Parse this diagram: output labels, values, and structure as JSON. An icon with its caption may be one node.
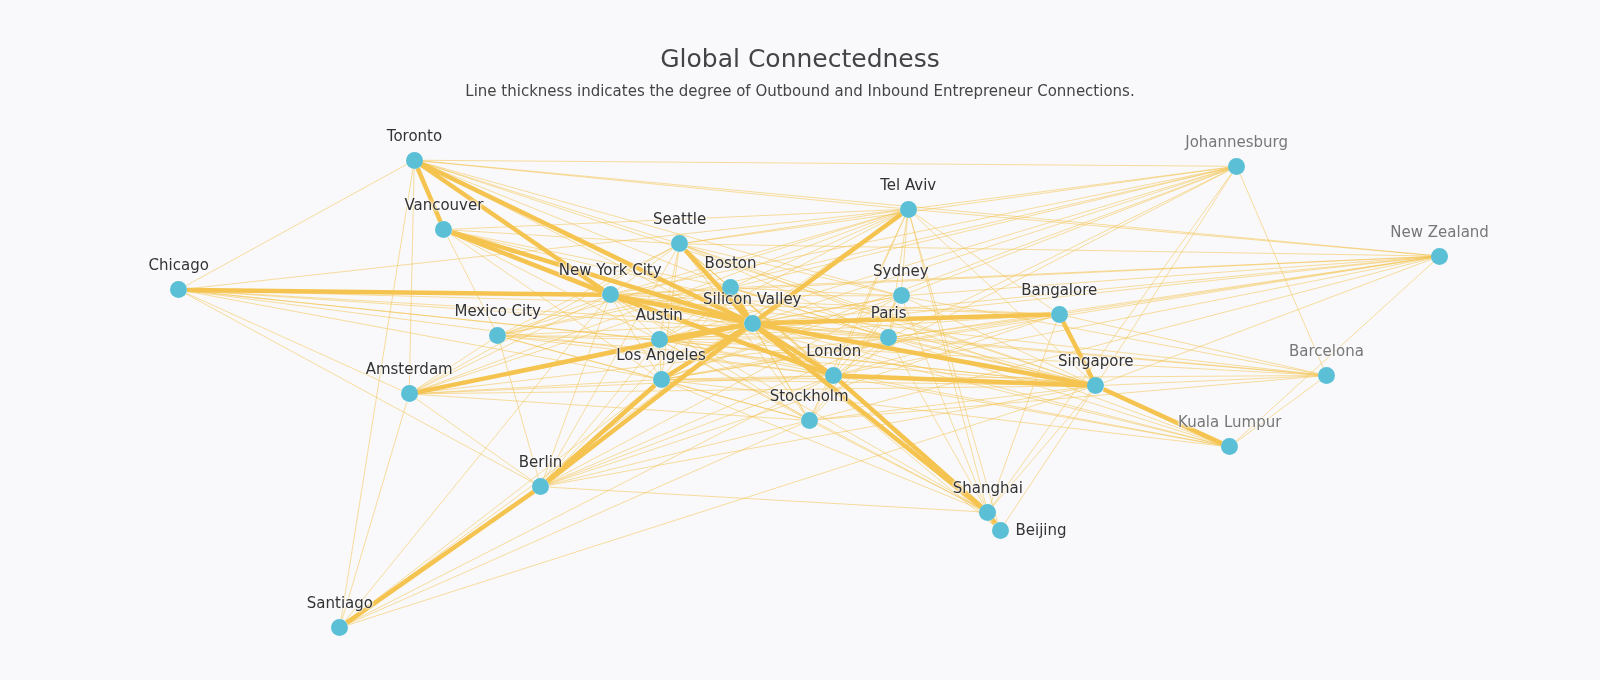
{
  "diagram": {
    "title": "Global Connectedness",
    "caption": "Line thickness indicates the degree of Outbound and Inbound Entrepreneur Connections.",
    "nodes": [
      {
        "text": [
          "Toronto"
        ]
      },
      {
        "text": [
          "Johannesburg"
        ]
      },
      {
        "text": [
          "Tel Aviv"
        ]
      },
      {
        "text": [
          "Vancouver"
        ]
      },
      {
        "text": [
          "Seattle"
        ]
      },
      {
        "text": [
          "New Zealand"
        ]
      },
      {
        "text": [
          "Chicago"
        ]
      },
      {
        "text": [
          "Boston"
        ]
      },
      {
        "text": [
          "New York City"
        ]
      },
      {
        "text": [
          "Sydney"
        ]
      },
      {
        "text": [
          "Silicon Valley"
        ]
      },
      {
        "text": [
          "Bangalore"
        ]
      },
      {
        "text": [
          "Mexico City"
        ]
      },
      {
        "text": [
          "Austin"
        ]
      },
      {
        "text": [
          "Paris"
        ]
      },
      {
        "text": [
          "London"
        ]
      },
      {
        "text": [
          "Los Angeles"
        ]
      },
      {
        "text": [
          "Singapore"
        ]
      },
      {
        "text": [
          "Barcelona"
        ]
      },
      {
        "text": [
          "Amsterdam"
        ]
      },
      {
        "text": [
          "Stockholm"
        ]
      },
      {
        "text": [
          "Kuala Lumpur"
        ]
      },
      {
        "text": [
          "Berlin"
        ]
      },
      {
        "text": [
          "Shanghai"
        ]
      },
      {
        "text": [
          "Beijing"
        ]
      },
      {
        "text": [
          "Santiago"
        ]
      }
    ],
    "edges": [
      {
        "from": 0,
        "to": 1,
        "arrow": "none"
      },
      {
        "from": 0,
        "to": 2,
        "arrow": "none"
      },
      {
        "from": 0,
        "to": 3,
        "arrow": "none",
        "style": "thick"
      },
      {
        "from": 0,
        "to": 4,
        "arrow": "none"
      },
      {
        "from": 0,
        "to": 5,
        "arrow": "none"
      },
      {
        "from": 0,
        "to": 6,
        "arrow": "none"
      },
      {
        "from": 0,
        "to": 7,
        "arrow": "none"
      },
      {
        "from": 0,
        "to": 8,
        "arrow": "none",
        "style": "thick"
      },
      {
        "from": 0,
        "to": 9,
        "arrow": "none"
      },
      {
        "from": 0,
        "to": 10,
        "arrow": "none",
        "style": "thick"
      },
      {
        "from": 0,
        "to": 15,
        "arrow": "none"
      },
      {
        "from": 0,
        "to": 17,
        "arrow": "none"
      },
      {
        "from": 0,
        "to": 19,
        "arrow": "none"
      },
      {
        "from": 0,
        "to": 25,
        "arrow": "none"
      },
      {
        "from": 1,
        "to": 2,
        "arrow": "none"
      },
      {
        "from": 1,
        "to": 4,
        "arrow": "none"
      },
      {
        "from": 1,
        "to": 7,
        "arrow": "none"
      },
      {
        "from": 1,
        "to": 8,
        "arrow": "none"
      },
      {
        "from": 1,
        "to": 9,
        "arrow": "none"
      },
      {
        "from": 1,
        "to": 10,
        "arrow": "none"
      },
      {
        "from": 1,
        "to": 12,
        "arrow": "none"
      },
      {
        "from": 1,
        "to": 13,
        "arrow": "none"
      },
      {
        "from": 1,
        "to": 14,
        "arrow": "none"
      },
      {
        "from": 1,
        "to": 15,
        "arrow": "none"
      },
      {
        "from": 1,
        "to": 16,
        "arrow": "none"
      },
      {
        "from": 1,
        "to": 17,
        "arrow": "none"
      },
      {
        "from": 1,
        "to": 18,
        "arrow": "none"
      },
      {
        "from": 1,
        "to": 23,
        "arrow": "none"
      },
      {
        "from": 2,
        "to": 3,
        "arrow": "none"
      },
      {
        "from": 2,
        "to": 4,
        "arrow": "none"
      },
      {
        "from": 2,
        "to": 5,
        "arrow": "none"
      },
      {
        "from": 2,
        "to": 6,
        "arrow": "none"
      },
      {
        "from": 2,
        "to": 7,
        "arrow": "none"
      },
      {
        "from": 2,
        "to": 8,
        "arrow": "none"
      },
      {
        "from": 2,
        "to": 9,
        "arrow": "none"
      },
      {
        "from": 2,
        "to": 10,
        "arrow": "none",
        "style": "thick"
      },
      {
        "from": 2,
        "to": 11,
        "arrow": "none"
      },
      {
        "from": 2,
        "to": 12,
        "arrow": "none"
      },
      {
        "from": 2,
        "to": 13,
        "arrow": "none"
      },
      {
        "from": 2,
        "to": 14,
        "arrow": "none"
      },
      {
        "from": 2,
        "to": 15,
        "arrow": "none"
      },
      {
        "from": 2,
        "to": 16,
        "arrow": "none"
      },
      {
        "from": 2,
        "to": 17,
        "arrow": "none"
      },
      {
        "from": 2,
        "to": 19,
        "arrow": "none"
      },
      {
        "from": 2,
        "to": 20,
        "arrow": "none"
      },
      {
        "from": 2,
        "to": 22,
        "arrow": "none"
      },
      {
        "from": 2,
        "to": 23,
        "arrow": "none"
      },
      {
        "from": 2,
        "to": 24,
        "arrow": "none"
      },
      {
        "from": 3,
        "to": 4,
        "arrow": "none"
      },
      {
        "from": 3,
        "to": 7,
        "arrow": "none"
      },
      {
        "from": 3,
        "to": 8,
        "arrow": "none",
        "style": "thick"
      },
      {
        "from": 3,
        "to": 10,
        "arrow": "none",
        "style": "thick"
      },
      {
        "from": 3,
        "to": 12,
        "arrow": "none"
      },
      {
        "from": 3,
        "to": 13,
        "arrow": "none"
      },
      {
        "from": 3,
        "to": 15,
        "arrow": "none"
      },
      {
        "from": 3,
        "to": 16,
        "arrow": "none"
      },
      {
        "from": 3,
        "to": 17,
        "arrow": "none"
      },
      {
        "from": 4,
        "to": 5,
        "arrow": "none"
      },
      {
        "from": 4,
        "to": 7,
        "arrow": "none"
      },
      {
        "from": 4,
        "to": 8,
        "arrow": "none"
      },
      {
        "from": 4,
        "to": 9,
        "arrow": "none"
      },
      {
        "from": 4,
        "to": 10,
        "arrow": "none",
        "style": "thick"
      },
      {
        "from": 4,
        "to": 12,
        "arrow": "none"
      },
      {
        "from": 4,
        "to": 13,
        "arrow": "none"
      },
      {
        "from": 4,
        "to": 14,
        "arrow": "none"
      },
      {
        "from": 4,
        "to": 15,
        "arrow": "none"
      },
      {
        "from": 4,
        "to": 16,
        "arrow": "none"
      },
      {
        "from": 4,
        "to": 17,
        "arrow": "none"
      },
      {
        "from": 4,
        "to": 19,
        "arrow": "none"
      },
      {
        "from": 4,
        "to": 20,
        "arrow": "none"
      },
      {
        "from": 4,
        "to": 21,
        "arrow": "none"
      },
      {
        "from": 4,
        "to": 22,
        "arrow": "none"
      },
      {
        "from": 4,
        "to": 23,
        "arrow": "none"
      },
      {
        "from": 5,
        "to": 7,
        "arrow": "none"
      },
      {
        "from": 5,
        "to": 8,
        "arrow": "none"
      },
      {
        "from": 5,
        "to": 9,
        "arrow": "none"
      },
      {
        "from": 5,
        "to": 10,
        "arrow": "none"
      },
      {
        "from": 5,
        "to": 11,
        "arrow": "none"
      },
      {
        "from": 5,
        "to": 13,
        "arrow": "none"
      },
      {
        "from": 5,
        "to": 14,
        "arrow": "none"
      },
      {
        "from": 5,
        "to": 15,
        "arrow": "none"
      },
      {
        "from": 5,
        "to": 16,
        "arrow": "none"
      },
      {
        "from": 5,
        "to": 17,
        "arrow": "none"
      },
      {
        "from": 5,
        "to": 20,
        "arrow": "none"
      },
      {
        "from": 5,
        "to": 21,
        "arrow": "none"
      },
      {
        "from": 6,
        "to": 8,
        "arrow": "none",
        "style": "thick"
      },
      {
        "from": 6,
        "to": 10,
        "arrow": "none"
      },
      {
        "from": 6,
        "to": 11,
        "arrow": "none"
      },
      {
        "from": 6,
        "to": 13,
        "arrow": "none"
      },
      {
        "from": 6,
        "to": 14,
        "arrow": "none"
      },
      {
        "from": 6,
        "to": 15,
        "arrow": "none"
      },
      {
        "from": 6,
        "to": 16,
        "arrow": "none"
      },
      {
        "from": 6,
        "to": 17,
        "arrow": "none"
      },
      {
        "from": 6,
        "to": 19,
        "arrow": "none"
      },
      {
        "from": 6,
        "to": 22,
        "arrow": "none"
      },
      {
        "from": 7,
        "to": 8,
        "arrow": "none"
      },
      {
        "from": 7,
        "to": 9,
        "arrow": "none"
      },
      {
        "from": 7,
        "to": 10,
        "arrow": "none",
        "style": "thick"
      },
      {
        "from": 7,
        "to": 12,
        "arrow": "none"
      },
      {
        "from": 7,
        "to": 13,
        "arrow": "none"
      },
      {
        "from": 7,
        "to": 14,
        "arrow": "none"
      },
      {
        "from": 7,
        "to": 15,
        "arrow": "none"
      },
      {
        "from": 7,
        "to": 16,
        "arrow": "none"
      },
      {
        "from": 7,
        "to": 17,
        "arrow": "none"
      },
      {
        "from": 7,
        "to": 19,
        "arrow": "none"
      },
      {
        "from": 7,
        "to": 20,
        "arrow": "none"
      },
      {
        "from": 7,
        "to": 21,
        "arrow": "none"
      },
      {
        "from": 7,
        "to": 22,
        "arrow": "none"
      },
      {
        "from": 7,
        "to": 23,
        "arrow": "none"
      },
      {
        "from": 8,
        "to": 9,
        "arrow": "none"
      },
      {
        "from": 8,
        "to": 10,
        "arrow": "none",
        "style": "thick"
      },
      {
        "from": 8,
        "to": 11,
        "arrow": "none"
      },
      {
        "from": 8,
        "to": 12,
        "arrow": "none"
      },
      {
        "from": 8,
        "to": 13,
        "arrow": "none"
      },
      {
        "from": 8,
        "to": 14,
        "arrow": "none"
      },
      {
        "from": 8,
        "to": 15,
        "arrow": "none",
        "style": "thick"
      },
      {
        "from": 8,
        "to": 16,
        "arrow": "none"
      },
      {
        "from": 8,
        "to": 17,
        "arrow": "none"
      },
      {
        "from": 8,
        "to": 18,
        "arrow": "none"
      },
      {
        "from": 8,
        "to": 19,
        "arrow": "none"
      },
      {
        "from": 8,
        "to": 20,
        "arrow": "none"
      },
      {
        "from": 8,
        "to": 21,
        "arrow": "none"
      },
      {
        "from": 8,
        "to": 22,
        "arrow": "none"
      },
      {
        "from": 8,
        "to": 23,
        "arrow": "none"
      },
      {
        "from": 8,
        "to": 25,
        "arrow": "none"
      },
      {
        "from": 9,
        "to": 10,
        "arrow": "none"
      },
      {
        "from": 9,
        "to": 13,
        "arrow": "none"
      },
      {
        "from": 9,
        "to": 14,
        "arrow": "none"
      },
      {
        "from": 9,
        "to": 15,
        "arrow": "none"
      },
      {
        "from": 9,
        "to": 16,
        "arrow": "none"
      },
      {
        "from": 9,
        "to": 17,
        "arrow": "none"
      },
      {
        "from": 9,
        "to": 18,
        "arrow": "none"
      },
      {
        "from": 9,
        "to": 20,
        "arrow": "none"
      },
      {
        "from": 9,
        "to": 22,
        "arrow": "none"
      },
      {
        "from": 9,
        "to": 23,
        "arrow": "none"
      },
      {
        "from": 10,
        "to": 11,
        "arrow": "none",
        "style": "thick"
      },
      {
        "from": 10,
        "to": 12,
        "arrow": "none"
      },
      {
        "from": 10,
        "to": 13,
        "arrow": "none",
        "style": "thick"
      },
      {
        "from": 10,
        "to": 14,
        "arrow": "none"
      },
      {
        "from": 10,
        "to": 15,
        "arrow": "none",
        "style": "thick"
      },
      {
        "from": 10,
        "to": 16,
        "arrow": "none",
        "style": "thick"
      },
      {
        "from": 10,
        "to": 17,
        "arrow": "none",
        "style": "thick"
      },
      {
        "from": 10,
        "to": 18,
        "arrow": "none"
      },
      {
        "from": 10,
        "to": 19,
        "arrow": "none",
        "style": "thick"
      },
      {
        "from": 10,
        "to": 20,
        "arrow": "none"
      },
      {
        "from": 10,
        "to": 21,
        "arrow": "none"
      },
      {
        "from": 10,
        "to": 22,
        "arrow": "none",
        "style": "thick"
      },
      {
        "from": 10,
        "to": 23,
        "arrow": "none",
        "style": "thick"
      },
      {
        "from": 10,
        "to": 24,
        "arrow": "none"
      },
      {
        "from": 10,
        "to": 25,
        "arrow": "none"
      },
      {
        "from": 11,
        "to": 13,
        "arrow": "none"
      },
      {
        "from": 11,
        "to": 14,
        "arrow": "none"
      },
      {
        "from": 11,
        "to": 15,
        "arrow": "none"
      },
      {
        "from": 11,
        "to": 16,
        "arrow": "none"
      },
      {
        "from": 11,
        "to": 17,
        "arrow": "none",
        "style": "thick"
      },
      {
        "from": 11,
        "to": 18,
        "arrow": "none"
      },
      {
        "from": 11,
        "to": 22,
        "arrow": "none"
      },
      {
        "from": 11,
        "to": 23,
        "arrow": "none"
      },
      {
        "from": 12,
        "to": 13,
        "arrow": "none"
      },
      {
        "from": 12,
        "to": 14,
        "arrow": "none"
      },
      {
        "from": 12,
        "to": 15,
        "arrow": "none"
      },
      {
        "from": 12,
        "to": 16,
        "arrow": "none"
      },
      {
        "from": 12,
        "to": 17,
        "arrow": "none"
      },
      {
        "from": 12,
        "to": 19,
        "arrow": "none"
      },
      {
        "from": 12,
        "to": 20,
        "arrow": "none"
      },
      {
        "from": 12,
        "to": 22,
        "arrow": "none"
      },
      {
        "from": 13,
        "to": 14,
        "arrow": "none"
      },
      {
        "from": 13,
        "to": 15,
        "arrow": "none"
      },
      {
        "from": 13,
        "to": 16,
        "arrow": "none"
      },
      {
        "from": 13,
        "to": 17,
        "arrow": "none"
      },
      {
        "from": 13,
        "to": 18,
        "arrow": "none"
      },
      {
        "from": 13,
        "to": 19,
        "arrow": "none"
      },
      {
        "from": 13,
        "to": 20,
        "arrow": "none"
      },
      {
        "from": 13,
        "to": 21,
        "arrow": "none"
      },
      {
        "from": 13,
        "to": 22,
        "arrow": "none"
      },
      {
        "from": 13,
        "to": 23,
        "arrow": "none"
      },
      {
        "from": 14,
        "to": 15,
        "arrow": "none"
      },
      {
        "from": 14,
        "to": 16,
        "arrow": "none"
      },
      {
        "from": 14,
        "to": 17,
        "arrow": "none"
      },
      {
        "from": 14,
        "to": 18,
        "arrow": "none"
      },
      {
        "from": 14,
        "to": 19,
        "arrow": "none"
      },
      {
        "from": 14,
        "to": 20,
        "arrow": "none"
      },
      {
        "from": 14,
        "to": 22,
        "arrow": "none"
      },
      {
        "from": 14,
        "to": 23,
        "arrow": "none"
      },
      {
        "from": 15,
        "to": 16,
        "arrow": "none"
      },
      {
        "from": 15,
        "to": 17,
        "arrow": "none",
        "style": "thick"
      },
      {
        "from": 15,
        "to": 19,
        "arrow": "none"
      },
      {
        "from": 15,
        "to": 20,
        "arrow": "none"
      },
      {
        "from": 15,
        "to": 21,
        "arrow": "none"
      },
      {
        "from": 15,
        "to": 22,
        "arrow": "none"
      },
      {
        "from": 15,
        "to": 23,
        "arrow": "none",
        "style": "thick"
      },
      {
        "from": 15,
        "to": 24,
        "arrow": "none"
      },
      {
        "from": 15,
        "to": 25,
        "arrow": "none"
      },
      {
        "from": 16,
        "to": 17,
        "arrow": "none"
      },
      {
        "from": 16,
        "to": 18,
        "arrow": "none"
      },
      {
        "from": 16,
        "to": 19,
        "arrow": "none"
      },
      {
        "from": 16,
        "to": 20,
        "arrow": "none"
      },
      {
        "from": 16,
        "to": 21,
        "arrow": "none"
      },
      {
        "from": 16,
        "to": 22,
        "arrow": "none",
        "style": "thick"
      },
      {
        "from": 16,
        "to": 23,
        "arrow": "none"
      },
      {
        "from": 16,
        "to": 25,
        "arrow": "none"
      },
      {
        "from": 17,
        "to": 18,
        "arrow": "none"
      },
      {
        "from": 17,
        "to": 19,
        "arrow": "none"
      },
      {
        "from": 17,
        "to": 20,
        "arrow": "none"
      },
      {
        "from": 17,
        "to": 21,
        "arrow": "none",
        "style": "thick"
      },
      {
        "from": 17,
        "to": 22,
        "arrow": "none"
      },
      {
        "from": 17,
        "to": 23,
        "arrow": "none"
      },
      {
        "from": 17,
        "to": 24,
        "arrow": "none"
      },
      {
        "from": 17,
        "to": 25,
        "arrow": "none"
      },
      {
        "from": 18,
        "to": 20,
        "arrow": "none"
      },
      {
        "from": 18,
        "to": 21,
        "arrow": "none"
      },
      {
        "from": 19,
        "to": 20,
        "arrow": "none"
      },
      {
        "from": 19,
        "to": 22,
        "arrow": "none"
      },
      {
        "from": 19,
        "to": 25,
        "arrow": "none"
      },
      {
        "from": 20,
        "to": 22,
        "arrow": "none"
      },
      {
        "from": 20,
        "to": 23,
        "arrow": "none"
      },
      {
        "from": 20,
        "to": 25,
        "arrow": "none"
      },
      {
        "from": 22,
        "to": 23,
        "arrow": "none"
      },
      {
        "from": 22,
        "to": 25,
        "arrow": "none",
        "style": "thick"
      },
      {
        "from": 23,
        "to": 24,
        "arrow": "none",
        "style": "thick"
      }
    ]
  }
}
